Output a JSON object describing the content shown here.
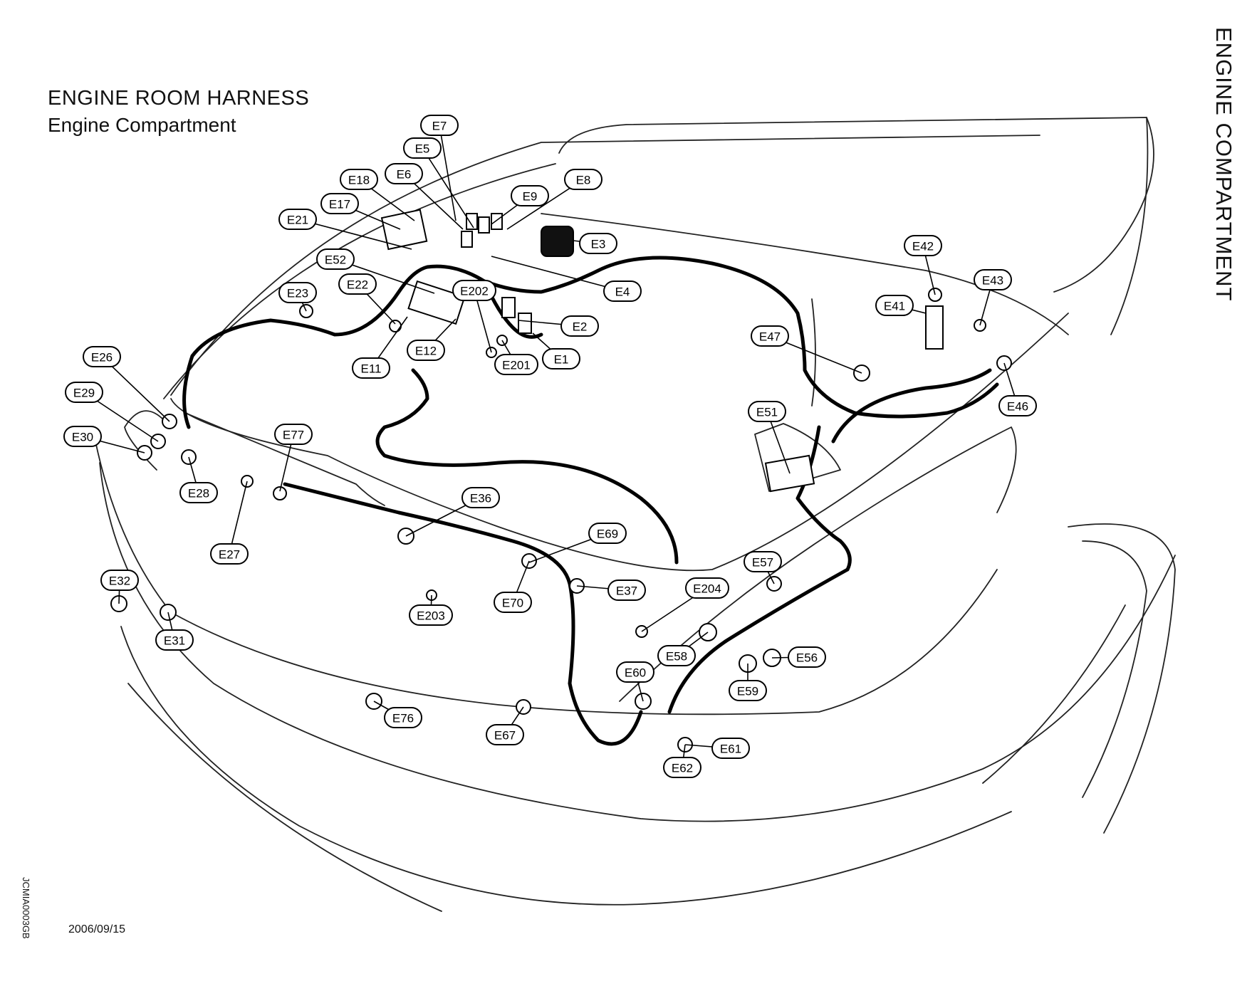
{
  "title": "ENGINE ROOM HARNESS",
  "subtitle": "Engine Compartment",
  "side_title": "ENGINE COMPARTMENT",
  "figure_code": "JCMIA0003GB",
  "date": "2006/09/15",
  "connectors": [
    {
      "id": "E7"
    },
    {
      "id": "E5"
    },
    {
      "id": "E6"
    },
    {
      "id": "E18"
    },
    {
      "id": "E8"
    },
    {
      "id": "E9"
    },
    {
      "id": "E17"
    },
    {
      "id": "E21"
    },
    {
      "id": "E3"
    },
    {
      "id": "E52"
    },
    {
      "id": "E4"
    },
    {
      "id": "E22"
    },
    {
      "id": "E202"
    },
    {
      "id": "E23"
    },
    {
      "id": "E2"
    },
    {
      "id": "E12"
    },
    {
      "id": "E1"
    },
    {
      "id": "E11"
    },
    {
      "id": "E201"
    },
    {
      "id": "E26"
    },
    {
      "id": "E29"
    },
    {
      "id": "E30"
    },
    {
      "id": "E28"
    },
    {
      "id": "E77"
    },
    {
      "id": "E27"
    },
    {
      "id": "E36"
    },
    {
      "id": "E69"
    },
    {
      "id": "E32"
    },
    {
      "id": "E37"
    },
    {
      "id": "E70"
    },
    {
      "id": "E203"
    },
    {
      "id": "E31"
    },
    {
      "id": "E76"
    },
    {
      "id": "E67"
    },
    {
      "id": "E42"
    },
    {
      "id": "E43"
    },
    {
      "id": "E41"
    },
    {
      "id": "E47"
    },
    {
      "id": "E46"
    },
    {
      "id": "E51"
    },
    {
      "id": "E57"
    },
    {
      "id": "E204"
    },
    {
      "id": "E58"
    },
    {
      "id": "E56"
    },
    {
      "id": "E60"
    },
    {
      "id": "E59"
    },
    {
      "id": "E61"
    },
    {
      "id": "E62"
    }
  ]
}
